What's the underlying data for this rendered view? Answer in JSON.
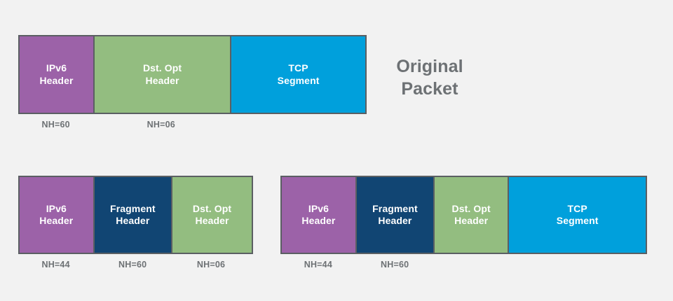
{
  "background_color": "#f2f2f2",
  "palette": {
    "ipv6_header": "#9c62a8",
    "fragment_header": "#114573",
    "dst_opt_header": "#93bd80",
    "tcp_segment": "#00a0dc",
    "border": "#5b5f63",
    "label_text": "#6d7174",
    "segment_text": "#ffffff"
  },
  "caption": {
    "original_packet": "Original\nPacket"
  },
  "packets": [
    {
      "id": "original",
      "name": "original-packet",
      "segments": [
        {
          "label": "IPv6\nHeader",
          "color_key": "ipv6_header",
          "color": "#9c62a8",
          "width_pct": 21.7
        },
        {
          "label": "Dst. Opt\nHeader",
          "color_key": "dst_opt_header",
          "color": "#93bd80",
          "width_pct": 39.6
        },
        {
          "label": "TCP\nSegment",
          "color_key": "tcp_segment",
          "color": "#00a0dc",
          "width_pct": 38.7
        }
      ],
      "nh_labels": [
        {
          "text": "NH=60",
          "x_pct": 10.8
        },
        {
          "text": "NH=06",
          "x_pct": 41.0
        }
      ]
    },
    {
      "id": "fragment-1",
      "name": "fragment-packet-1",
      "segments": [
        {
          "label": "IPv6\nHeader",
          "color_key": "ipv6_header",
          "color": "#9c62a8",
          "width_pct": 32.2
        },
        {
          "label": "Fragment\nHeader",
          "color_key": "fragment_header",
          "color": "#114573",
          "width_pct": 33.7
        },
        {
          "label": "Dst. Opt\nHeader",
          "color_key": "dst_opt_header",
          "color": "#93bd80",
          "width_pct": 34.1
        }
      ],
      "nh_labels": [
        {
          "text": "NH=44",
          "x_pct": 16.0
        },
        {
          "text": "NH=60",
          "x_pct": 48.7
        },
        {
          "text": "NH=06",
          "x_pct": 82.1
        }
      ]
    },
    {
      "id": "fragment-2",
      "name": "fragment-packet-2",
      "segments": [
        {
          "label": "IPv6\nHeader",
          "color_key": "ipv6_header",
          "color": "#9c62a8",
          "width_pct": 20.6
        },
        {
          "label": "Fragment\nHeader",
          "color_key": "fragment_header",
          "color": "#114573",
          "width_pct": 21.4
        },
        {
          "label": "Dst. Opt\nHeader",
          "color_key": "dst_opt_header",
          "color": "#93bd80",
          "width_pct": 20.5
        },
        {
          "label": "TCP\nSegment",
          "color_key": "tcp_segment",
          "color": "#00a0dc",
          "width_pct": 37.5
        }
      ],
      "nh_labels": [
        {
          "text": "NH=44",
          "x_pct": 10.3
        },
        {
          "text": "NH=60",
          "x_pct": 31.2
        }
      ]
    }
  ]
}
